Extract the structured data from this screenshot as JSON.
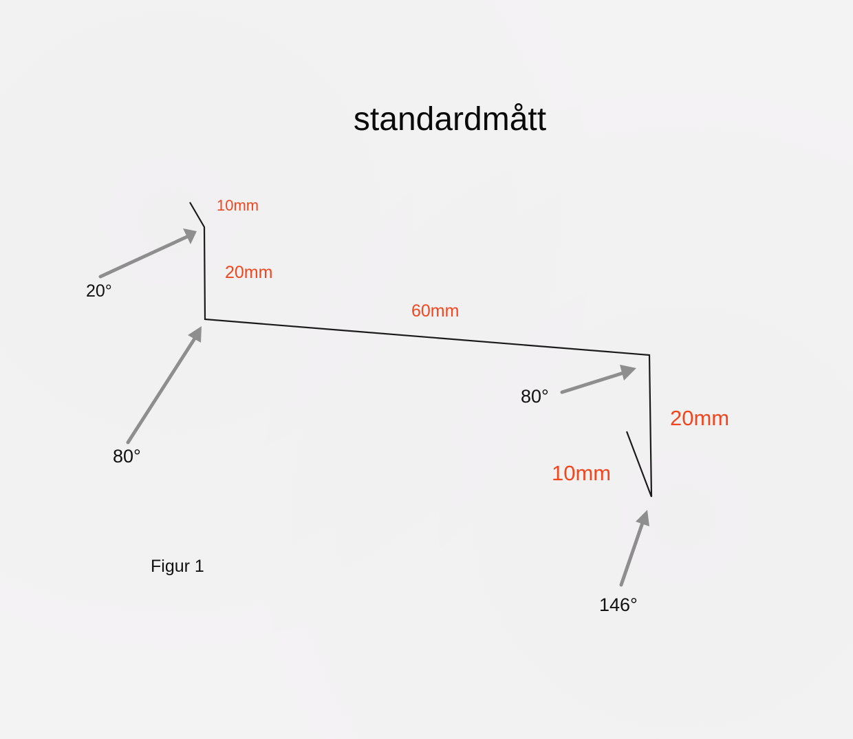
{
  "title": "standardmått",
  "figure_label": "Figur 1",
  "dimensions": {
    "top_flap": "10mm",
    "left_upright": "20mm",
    "main_span": "60mm",
    "right_upright": "20mm",
    "bottom_flap": "10mm"
  },
  "angles": {
    "top_left": "20°",
    "bottom_left": "80°",
    "top_right": "80°",
    "bottom_right": "146°"
  },
  "colors": {
    "dimension_text": "#f0471f",
    "profile_line": "#1a1a1a",
    "arrow": "#8e8e8e",
    "background": "#f4f3f4"
  }
}
